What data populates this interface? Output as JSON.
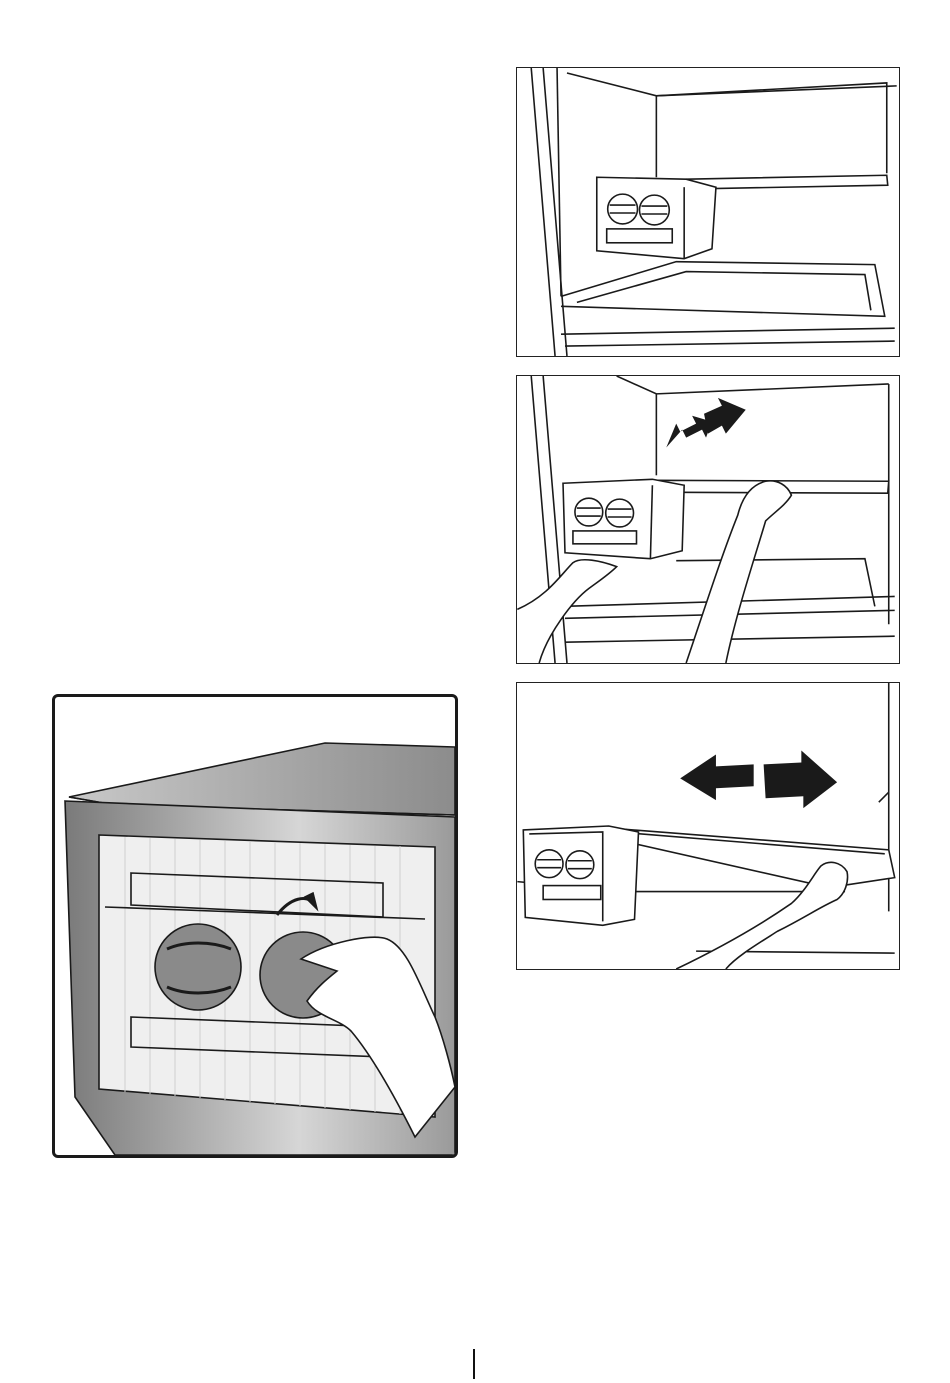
{
  "figures": [
    {
      "id": "fig-1",
      "depicts": "shelf-with-crisper-installed-icon"
    },
    {
      "id": "fig-2",
      "depicts": "hands-sliding-shelf-icon"
    },
    {
      "id": "fig-3",
      "depicts": "hand-pulling-shelf-out-icon"
    },
    {
      "id": "fig-4",
      "depicts": "hand-turning-humidity-knob-icon"
    }
  ],
  "colors": {
    "line": "#1a1a1a",
    "panel_bg": "#ffffff",
    "drawer_grey": "#8a8a8a",
    "lid_grey": "#a9a9a9"
  },
  "page_mark": ""
}
